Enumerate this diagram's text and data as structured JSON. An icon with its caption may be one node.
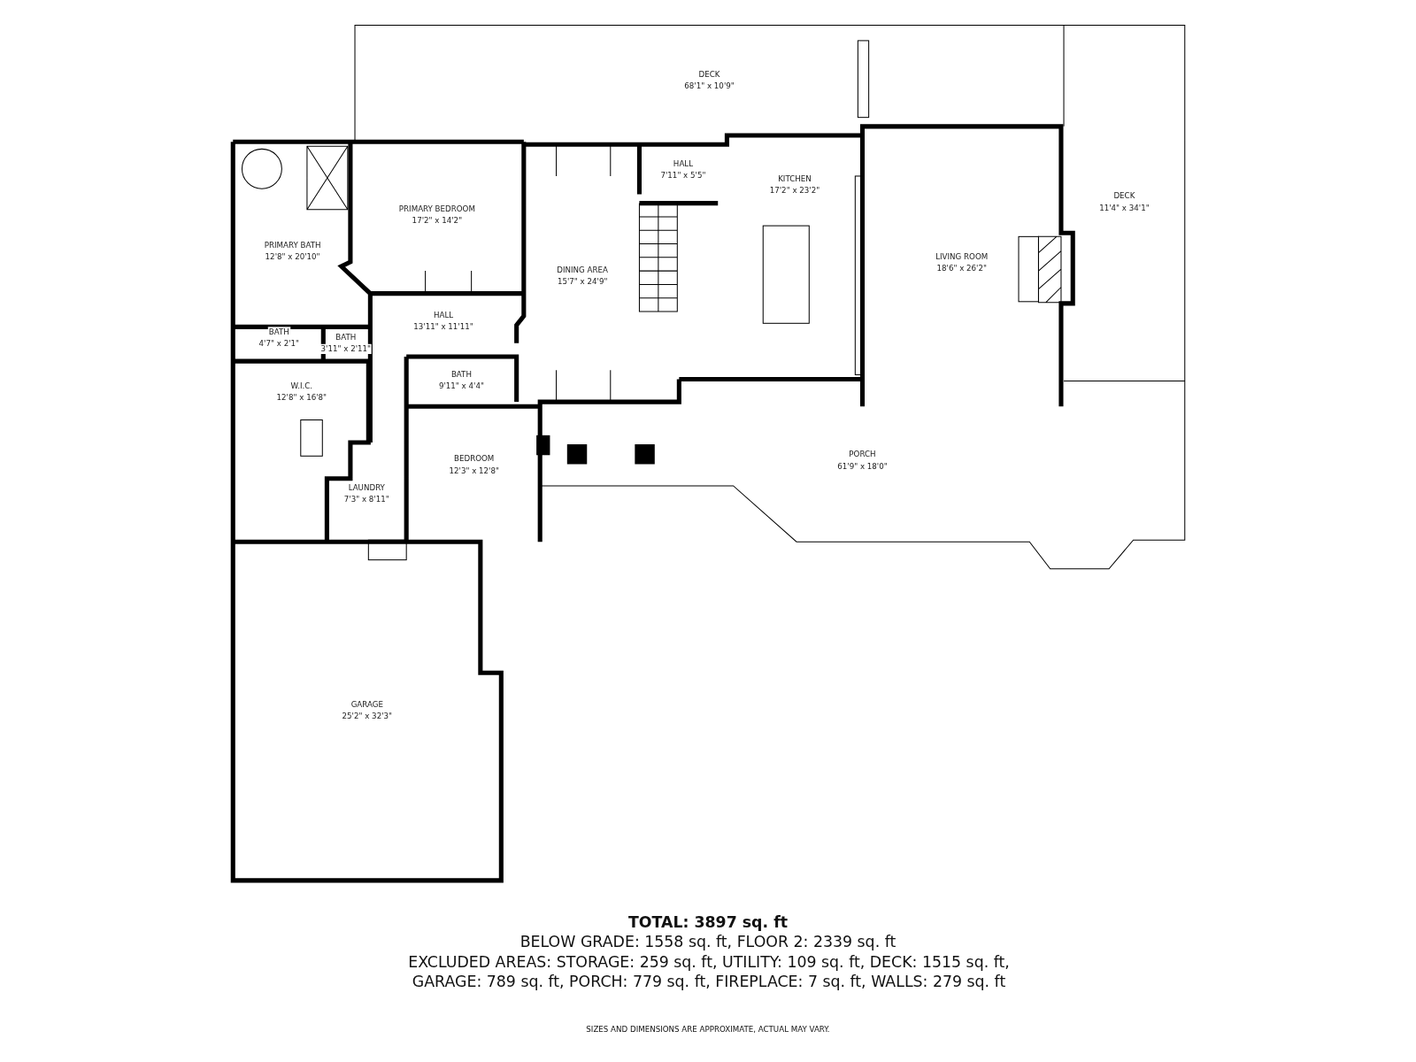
{
  "diagram": {
    "nodes": [
      {
        "text": [
          "DECK",
          "68'1\" x 10'9\""
        ]
      },
      {
        "text": [
          "DECK",
          "11'4\" x 34'1\""
        ]
      },
      {
        "text": [
          "PRIMARY BATH",
          "12'8\" x 20'10\""
        ]
      },
      {
        "text": [
          "PRIMARY BEDROOM",
          "17'2\" x 14'2\""
        ]
      },
      {
        "text": [
          "HALL",
          "7'11\" x 5'5\""
        ]
      },
      {
        "text": [
          "KITCHEN",
          "17'2\" x 23'2\""
        ]
      },
      {
        "text": [
          "DINING AREA",
          "15'7\" x 24'9\""
        ]
      },
      {
        "text": [
          "LIVING ROOM",
          "18'6\" x 26'2\""
        ]
      },
      {
        "text": [
          "HALL",
          "13'11\" x 11'11\""
        ]
      },
      {
        "text": [
          "BATH",
          "4'7\" x 2'1\""
        ]
      },
      {
        "text": [
          "BATH",
          "3'11\" x 2'11\""
        ]
      },
      {
        "text": [
          "BATH",
          "9'11\" x 4'4\""
        ]
      },
      {
        "text": [
          "W.I.C.",
          "12'8\" x 16'8\""
        ]
      },
      {
        "text": [
          "BEDROOM",
          "12'3\" x 12'8\""
        ]
      },
      {
        "text": [
          "PORCH",
          "61'9\" x 18'0\""
        ]
      },
      {
        "text": [
          "LAUNDRY",
          "7'3\" x 8'11\""
        ]
      },
      {
        "text": [
          "GARAGE",
          "25'2\" x 32'3\""
        ]
      }
    ],
    "labels": [
      "TOTAL: 3897 sq. ft",
      "BELOW GRADE: 1558 sq. ft, FLOOR 2: 2339 sq. ft",
      "EXCLUDED AREAS: STORAGE: 259 sq. ft, UTILITY: 109 sq. ft, DECK: 1515 sq. ft, GARAGE: 789 sq. ft, PORCH: 779 sq. ft, FIREPLACE: 7 sq. ft, WALLS: 279 sq. ft",
      "SIZES AND DIMENSIONS ARE APPROXIMATE, ACTUAL MAY VARY."
    ]
  }
}
